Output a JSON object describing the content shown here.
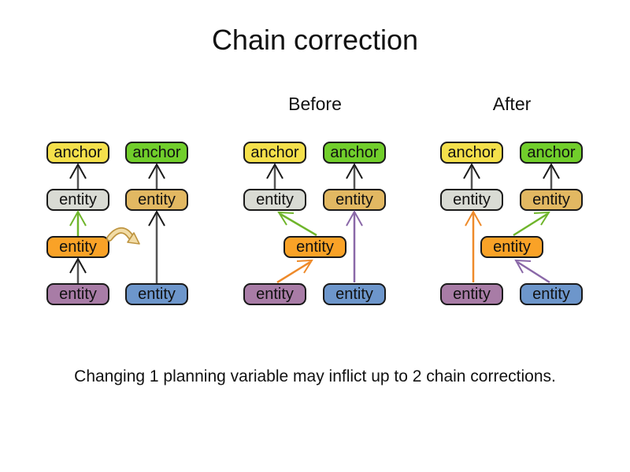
{
  "title": "Chain correction",
  "caption": "Changing 1 planning variable may inflict up to 2 chain corrections.",
  "section_labels": {
    "before": "Before",
    "after": "After"
  },
  "node_labels": {
    "anchor": "anchor",
    "entity": "entity"
  },
  "colors": {
    "anchor_yellow": "#F4E04B",
    "anchor_green": "#71CE2B",
    "entity_gray": "#D9DBD4",
    "entity_tan": "#E2B862",
    "entity_orange": "#F9A227",
    "entity_purple": "#A87CA6",
    "entity_blue": "#6D96CB",
    "arrow_green": "#6FB52B",
    "arrow_orange": "#EE8A2A",
    "arrow_purple": "#8A68A8",
    "line_gray": "#555555",
    "head_black": "#1A1A1A",
    "move_arrow_fill": "#F2DCA6",
    "move_arrow_outline": "#BE9440"
  }
}
